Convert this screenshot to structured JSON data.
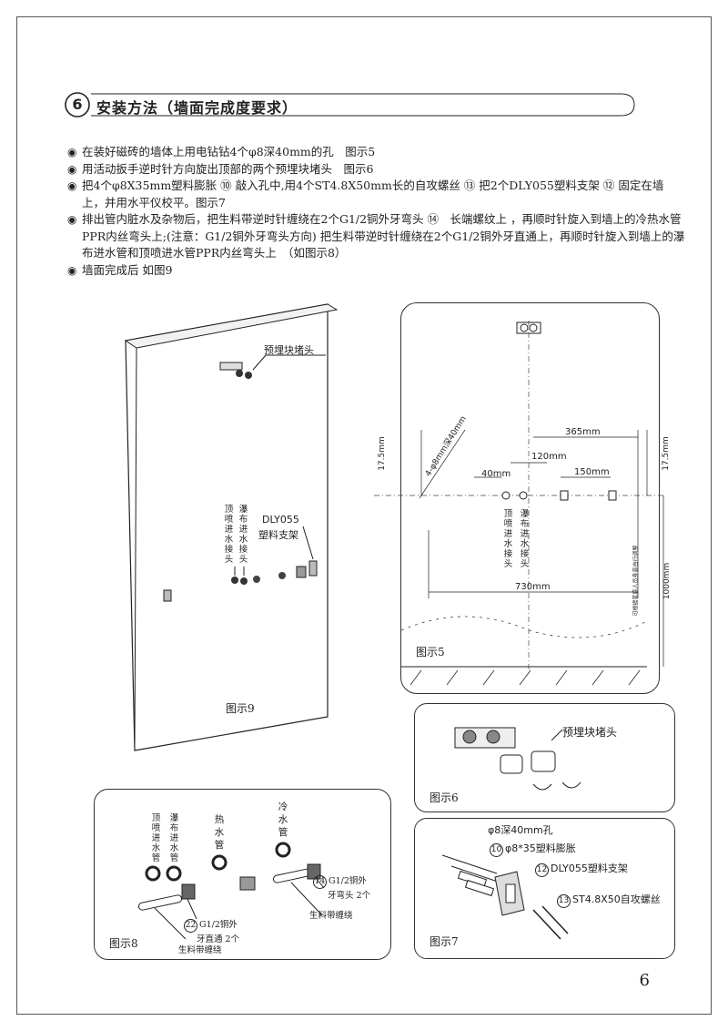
{
  "section": {
    "number": "6",
    "title": "安装方法（墙面完成度要求）"
  },
  "steps": [
    {
      "text": "在装好磁砖的墙体上用电钻钻4个φ8深40mm的孔　图示5"
    },
    {
      "text": "用活动扳手逆时针方向旋出顶部的两个预埋块堵头　图示6"
    },
    {
      "text": "把4个φ8X35mm塑料膨胀 ⑩ 敲入孔中,用4个ST4.8X50mm长的自攻螺丝 ⑬ 把2个DLY055塑料支架 ⑫ 固定在墙上，并用水平仪校平。图示7"
    },
    {
      "text": "排出管内脏水及杂物后，把生料带逆时针缠绕在2个G1/2铜外牙弯头 ⑭　长端螺纹上 ，再顺时针旋入到墙上的冷热水管PPR内丝弯头上;(注意：G1/2铜外牙弯头方向) 把生料带逆时针缠绕在2个G1/2铜外牙直通上，再顺时针旋入到墙上的瀑布进水管和顶喷进水管PPR内丝弯头上　（如图示8）"
    },
    {
      "text": "墙面完成后 如图9"
    }
  ],
  "fig9": {
    "caption": "图示9",
    "plug_label": "预埋块堵头",
    "bracket_label_1": "DLY055",
    "bracket_label_2": "塑料支架",
    "top_inlet": "顶喷进水接头",
    "waterfall_inlet": "瀑布进水接头"
  },
  "fig5": {
    "caption": "图示5",
    "dim_365": "365mm",
    "dim_120": "120mm",
    "dim_150": "150mm",
    "dim_40": "40mm",
    "dim_730": "730mm",
    "dim_175_left": "17.5mm",
    "dim_175_right": "17.5mm",
    "dim_1000": "1000mm",
    "hole_note": "4-φ8mm深40mm",
    "height_note": "可根据家庭人员身高自行调整",
    "top_inlet": "顶喷进水接头",
    "waterfall_inlet": "瀑布进水接头"
  },
  "fig6": {
    "caption": "图示6",
    "plug_label": "预埋块堵头"
  },
  "fig7": {
    "caption": "图示7",
    "hole_label": "φ8深40mm孔",
    "anchor_num": "10",
    "anchor_label": "φ8*35塑料膨胀",
    "bracket_num": "12",
    "bracket_label": "DLY055塑料支架",
    "screw_num": "13",
    "screw_label": "ST4.8X50自攻螺丝"
  },
  "fig8": {
    "caption": "图示8",
    "top_inlet": "顶喷进水管",
    "waterfall_inlet": "瀑布进水管",
    "hot_pipe": "热水管",
    "cold_pipe": "冷水管",
    "elbow_num": "14",
    "elbow_label_1": "G1/2铜外",
    "elbow_label_2": "牙弯头 2个",
    "straight_num": "22",
    "straight_label_1": "G1/2铜外",
    "straight_label_2": "牙直通 2个",
    "tape_1": "生料带缠绕",
    "tape_2": "生料带缠绕"
  },
  "page_number": "6"
}
